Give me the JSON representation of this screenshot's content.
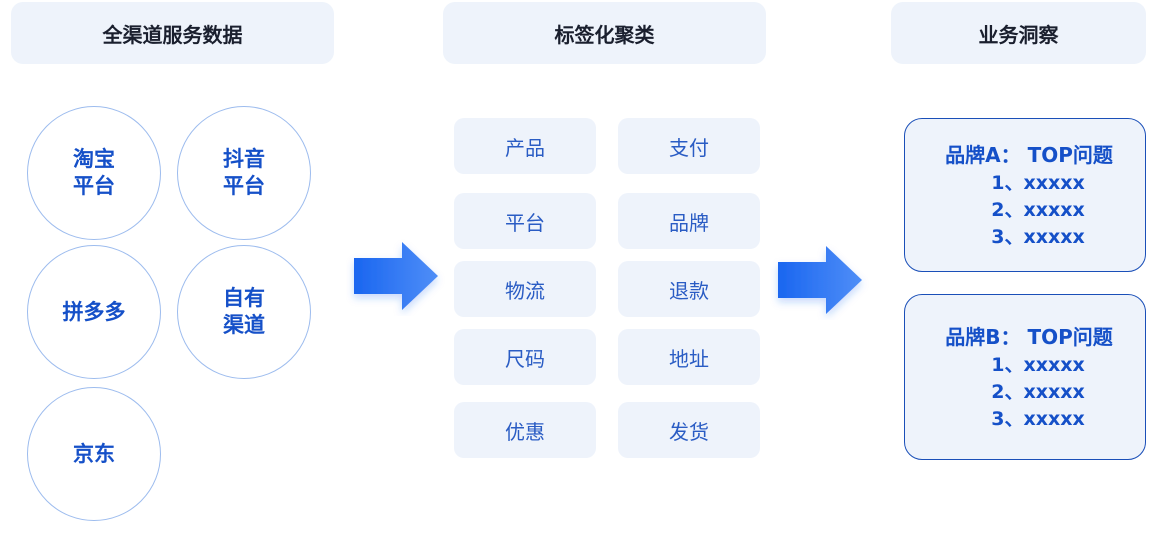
{
  "headers": {
    "sources": "全渠道服务数据",
    "tags": "标签化聚类",
    "insight": "业务洞察"
  },
  "channels": [
    {
      "lines": [
        "淘宝",
        "平台"
      ]
    },
    {
      "lines": [
        "抖音",
        "平台"
      ]
    },
    {
      "lines": [
        "拼多多"
      ]
    },
    {
      "lines": [
        "自有",
        "渠道"
      ]
    },
    {
      "lines": [
        "京东"
      ]
    }
  ],
  "tags": [
    "产品",
    "支付",
    "平台",
    "品牌",
    "物流",
    "退款",
    "尺码",
    "地址",
    "优惠",
    "发货"
  ],
  "insights": [
    {
      "title": "品牌A：  TOP问题",
      "items": [
        "1、xxxxx",
        "2、xxxxx",
        "3、xxxxx"
      ]
    },
    {
      "title": "品牌B：  TOP问题",
      "items": [
        "1、xxxxx",
        "2、xxxxx",
        "3、xxxxx"
      ]
    }
  ],
  "colors": {
    "accent": "#1550c8",
    "arrow": "#1a66f0",
    "panel": "#eef3fb"
  }
}
